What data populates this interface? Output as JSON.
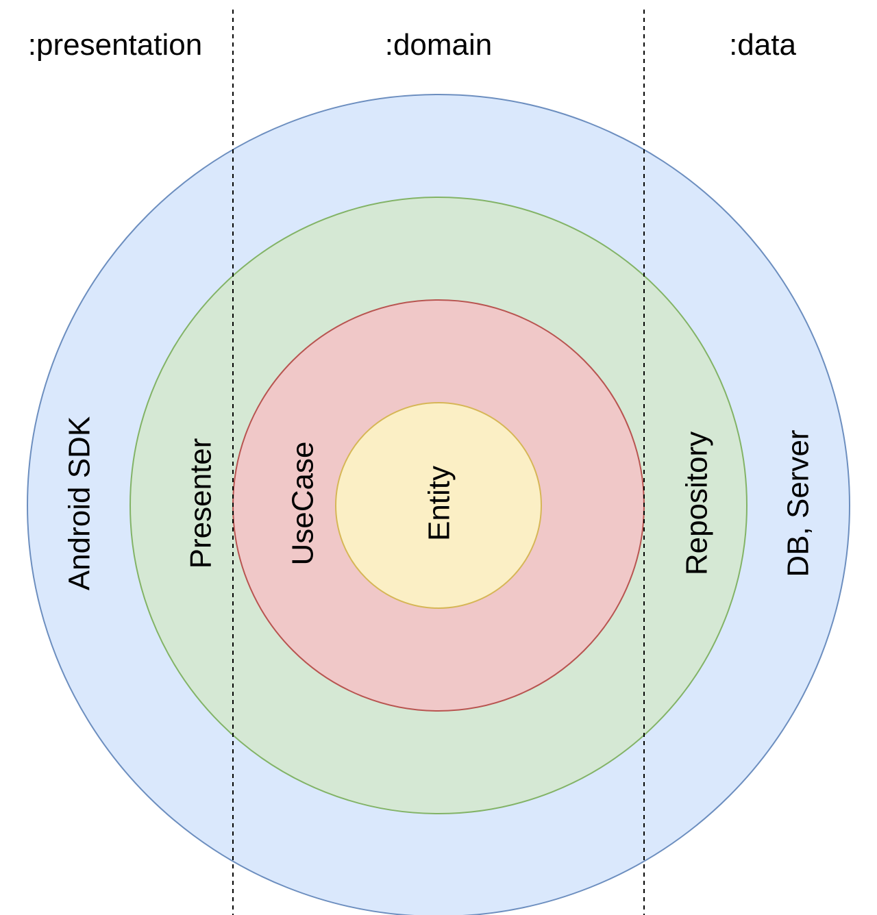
{
  "sections": [
    {
      "id": "presentation",
      "label": ":presentation"
    },
    {
      "id": "domain",
      "label": ":domain"
    },
    {
      "id": "data",
      "label": ":data"
    }
  ],
  "rings": {
    "outer": {
      "fill": "#dae8fc",
      "stroke": "#6c8ebf",
      "left_label": "Android SDK",
      "right_label": "DB, Server"
    },
    "second": {
      "fill": "#d5e8d4",
      "stroke": "#82b366",
      "left_label": "Presenter",
      "right_label": "Repository"
    },
    "third": {
      "fill": "#f0c8c8",
      "stroke": "#b85450",
      "left_label": "UseCase"
    },
    "core": {
      "fill": "#fbefc5",
      "stroke": "#d6b656",
      "label": "Entity"
    }
  },
  "divider_color": "#000000"
}
